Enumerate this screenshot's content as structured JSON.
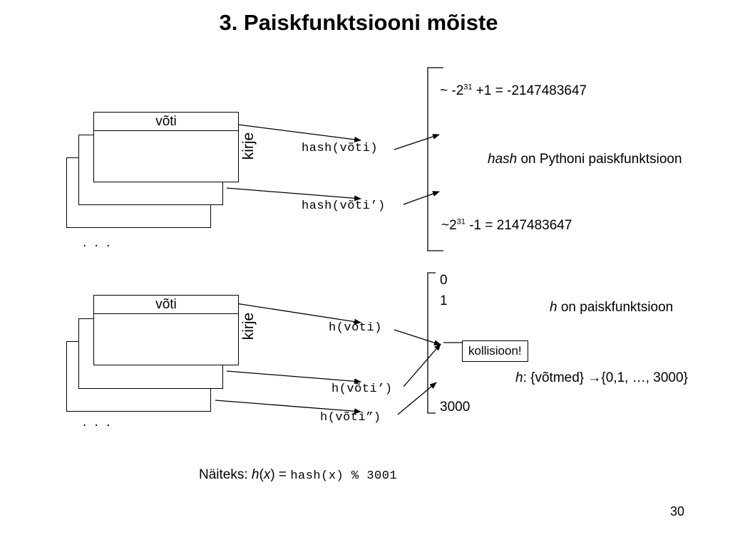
{
  "slide": {
    "title": "3. Paiskfunktsiooni mõiste",
    "page_number": "30"
  },
  "top": {
    "key_label": "võti",
    "record_label": "kirje",
    "ellipsis": ". . .",
    "hash1": "hash(võti)",
    "hash2": "hash(võti’)",
    "range_min_prefix": "~ -2",
    "range_min_exp": "31",
    "range_min_suffix": " +1 = -2147483647",
    "range_max_prefix": "~2",
    "range_max_exp": "31",
    "range_max_suffix": " -1 = 2147483647",
    "desc_italic": "hash",
    "desc_rest": " on Pythoni paiskfunktsioon"
  },
  "bottom": {
    "key_label": "võti",
    "record_label": "kirje",
    "ellipsis": ". . .",
    "h1": "h(võti)",
    "h2": "h(võti’)",
    "h3": "h(võti”)",
    "index0": "0",
    "index1": "1",
    "index_last": "3000",
    "collision": "kollisioon!",
    "desc_italic": "h",
    "desc_rest": " on paiskfunktsioon",
    "map_italic": "h",
    "map_rest": ": {võtmed} ",
    "map_arrow": "→",
    "map_target": "{0,1, …, 3000}"
  },
  "example": {
    "label": "Näiteks: ",
    "func": "h",
    "open": "(",
    "arg": "x",
    "close": ") = ",
    "code": "hash(x) % 3001"
  }
}
